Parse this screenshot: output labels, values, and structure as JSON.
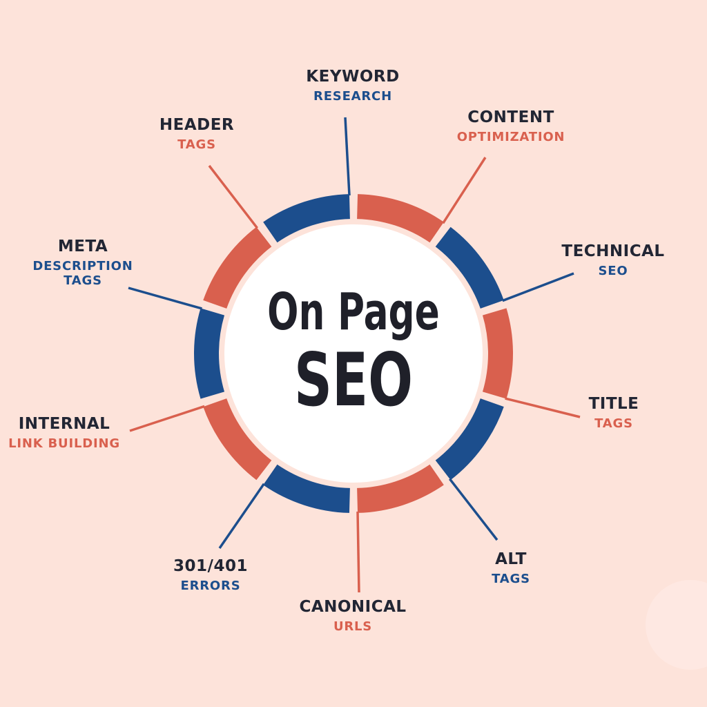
{
  "center": {
    "line1": "On Page",
    "line2": "SEO"
  },
  "colors": {
    "background": "#fde3da",
    "blue": "#1c4e8d",
    "red": "#d9604e",
    "dark": "#222634",
    "center_fill": "#ffffff"
  },
  "nodes": [
    {
      "id": "keyword-research",
      "line1": "KEYWORD",
      "line2": "RESEARCH",
      "color": "blue"
    },
    {
      "id": "content-optimization",
      "line1": "CONTENT",
      "line2": "OPTIMIZATION",
      "color": "red"
    },
    {
      "id": "technical-seo",
      "line1": "TECHNICAL",
      "line2": "SEO",
      "color": "blue"
    },
    {
      "id": "title-tags",
      "line1": "TITLE",
      "line2": "TAGS",
      "color": "red"
    },
    {
      "id": "alt-tags",
      "line1": "ALT",
      "line2": "TAGS",
      "color": "blue"
    },
    {
      "id": "canonical-urls",
      "line1": "CANONICAL",
      "line2": "URLS",
      "color": "red"
    },
    {
      "id": "301-401-errors",
      "line1": "301/401",
      "line2": "ERRORS",
      "color": "blue"
    },
    {
      "id": "internal-link-building",
      "line1": "INTERNAL",
      "line2": "LINK BUILDING",
      "color": "red"
    },
    {
      "id": "meta-description-tags",
      "line1": "META",
      "line2": "DESCRIPTION",
      "line3": "TAGS",
      "color": "blue"
    },
    {
      "id": "header-tags",
      "line1": "HEADER",
      "line2": "TAGS",
      "color": "red"
    }
  ]
}
